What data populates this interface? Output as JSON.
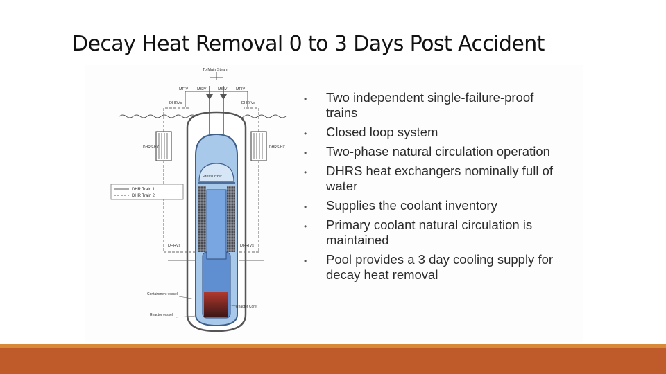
{
  "title": "Decay Heat Removal 0 to 3 Days Post Accident",
  "bullets": [
    "Two independent single-failure-proof trains",
    "Closed loop system",
    "Two-phase natural circulation operation",
    "DHRS heat exchangers nominally full of water",
    "Supplies the coolant inventory",
    "Primary coolant natural circulation is maintained",
    "Pool provides a 3 day cooling supply for decay heat removal"
  ],
  "diagram": {
    "to_main_steam": "To Main Steam",
    "mfiv_left": "MFIV",
    "msiv_left": "MSIV",
    "msiv_right": "MSIV",
    "mfiv_right": "MFIV",
    "dhrivs_top_left": "DHRVs",
    "dhrivs_top_right": "DHRIVs",
    "dhr_hx_left": "DHRS-HX",
    "dhr_hx_right": "DHRS-HX",
    "pressurizer": "Pressurizer",
    "legend_train1": "DHR Train 1",
    "legend_train2": "DHR Train 2",
    "dhrivs_bottom_left": "DHRVs",
    "dhrivs_bottom_right": "DHRIVs",
    "containment_vessel": "Containment vessel",
    "reactor_vessel": "Reactor vessel",
    "reactor_core": "Reactor Core"
  }
}
